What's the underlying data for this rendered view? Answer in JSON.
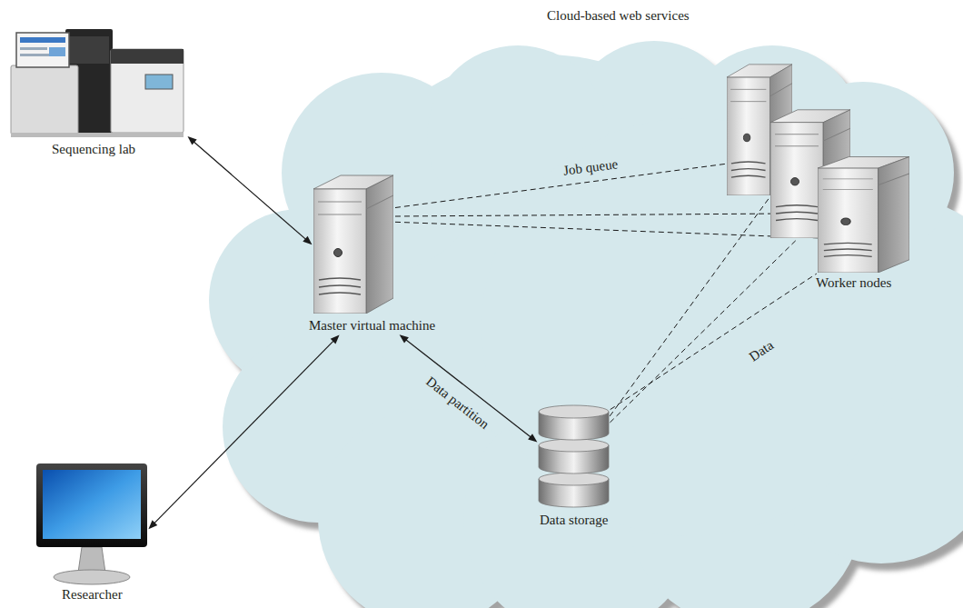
{
  "diagram": {
    "nodes": [
      {
        "text": [
          "Cloud-based web services"
        ]
      },
      {
        "text": [
          "Sequencing lab"
        ]
      },
      {
        "text": [
          "Master virtual machine"
        ],
        "in": 0
      },
      {
        "text": [
          "Worker nodes"
        ],
        "in": 0
      },
      {
        "text": [
          "Data storage"
        ],
        "in": 0
      },
      {
        "text": [
          "Researcher"
        ]
      }
    ],
    "edges": [
      {
        "from": 1,
        "to": 2,
        "arrow": "both"
      },
      {
        "from": 2,
        "to": 3,
        "label": "Job queue",
        "arrow": "none"
      },
      {
        "from": 2,
        "to": 4,
        "label": "Data partition",
        "arrow": "both"
      },
      {
        "from": 4,
        "to": 3,
        "label": "Data",
        "arrow": "none"
      },
      {
        "from": 5,
        "to": 2,
        "arrow": "both"
      }
    ]
  }
}
